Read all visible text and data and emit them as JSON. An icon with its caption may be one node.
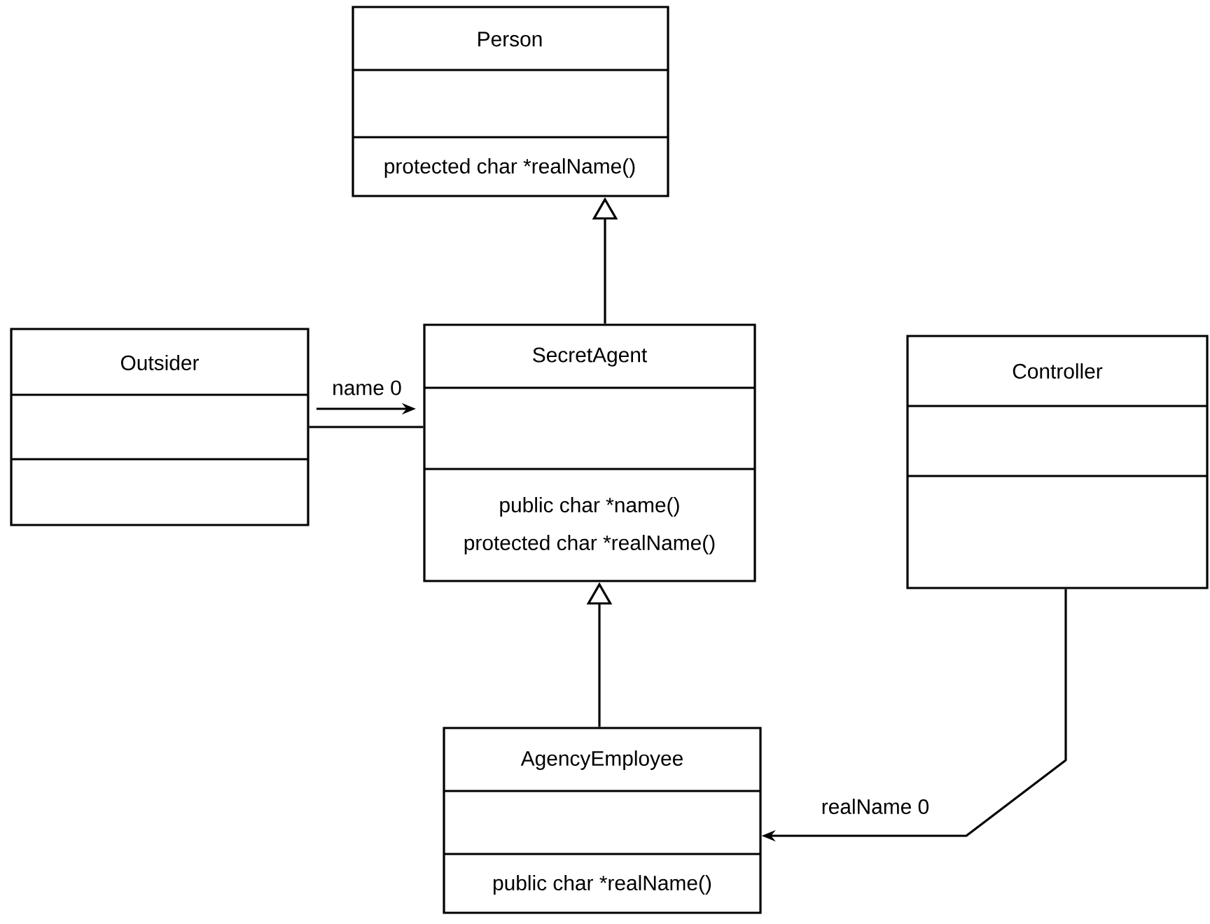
{
  "diagram": {
    "nodes": [
      {
        "text": [
          "Person",
          "protected char *realName()"
        ]
      },
      {
        "text": [
          "Outsider"
        ]
      },
      {
        "text": [
          "SecretAgent",
          "public char *name()",
          "protected char *realName()"
        ]
      },
      {
        "text": [
          "Controller"
        ]
      },
      {
        "text": [
          "AgencyEmployee",
          "public char *realName()"
        ]
      }
    ],
    "edges": [
      {
        "from": 2,
        "to": 0,
        "arrow": "to"
      },
      {
        "from": 1,
        "to": 2,
        "arrow": "none",
        "label": "name 0"
      },
      {
        "from": 4,
        "to": 2,
        "arrow": "to"
      },
      {
        "from": 3,
        "to": 4,
        "arrow": "to",
        "label": "realName 0"
      }
    ]
  }
}
